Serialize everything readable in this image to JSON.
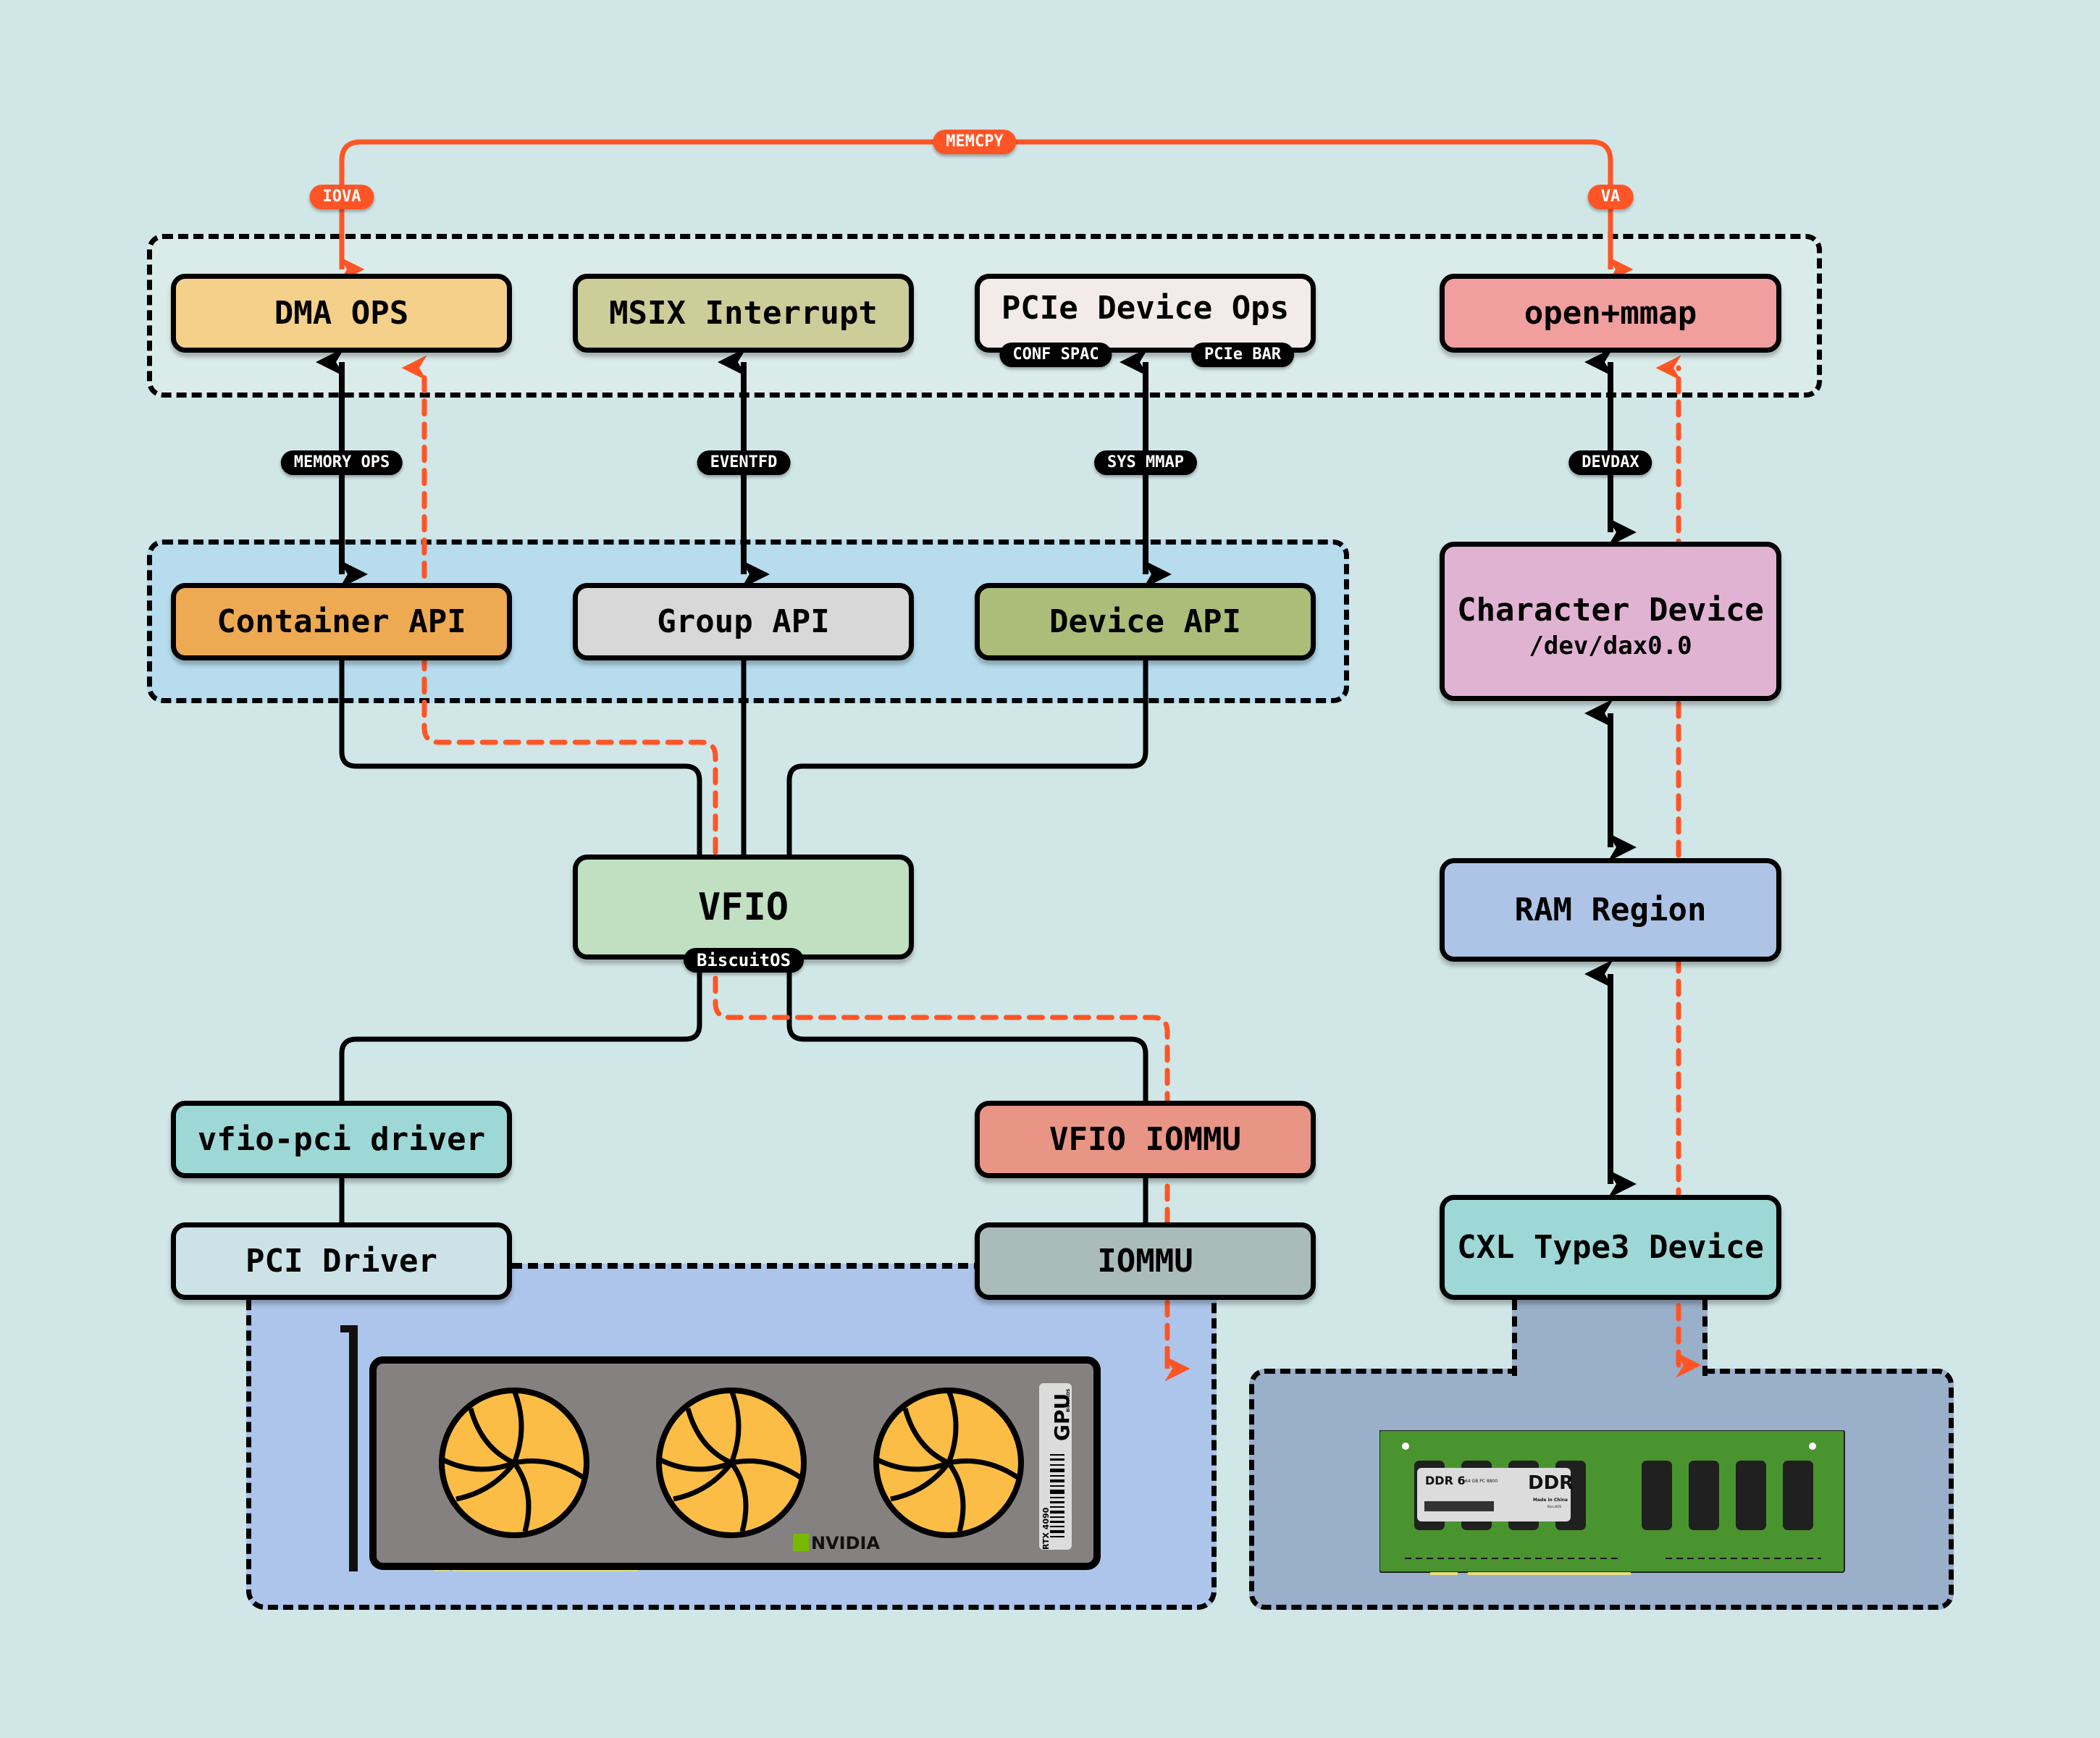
{
  "colors": {
    "background": "#d1e6e7",
    "accent_orange": "#ff5526",
    "dma_ops": "#f5d08a",
    "msix": "#cdcd9a",
    "pcie_ops": "#f2ebea",
    "open_mmap": "#f09e9e",
    "container_api": "#eeaa52",
    "group_api": "#d8d8d8",
    "device_api": "#abbd79",
    "vfio": "#c1e0c2",
    "vfio_pci": "#9ed8d6",
    "pci_driver": "#cce2e6",
    "vfio_iommu": "#e89585",
    "iommu": "#a9bcba",
    "char_device": "#e1b3d2",
    "ram_region": "#aec4e6",
    "cxl_device": "#9ed8d6",
    "gpu_region": "#adc5ea",
    "ram_area": "#9aafc9"
  },
  "top_layer": {
    "dma_ops": "DMA OPS",
    "msix": "MSIX Interrupt",
    "pcie_ops": "PCIe Device Ops",
    "pcie_tag_left": "CONF SPAC",
    "pcie_tag_right": "PCIe BAR",
    "open_mmap": "open+mmap"
  },
  "flow_labels": {
    "memcpy": "MEMCPY",
    "iova": "IOVA",
    "va": "VA",
    "memory_ops": "MEMORY OPS",
    "eventfd": "EVENTFD",
    "sys_mmap": "SYS MMAP",
    "devdax": "DEVDAX"
  },
  "api_layer": {
    "container_api": "Container API",
    "group_api": "Group API",
    "device_api": "Device API"
  },
  "core": {
    "vfio": "VFIO",
    "vfio_tag": "BiscuitOS"
  },
  "drivers": {
    "vfio_pci": "vfio-pci driver",
    "pci_driver": "PCI Driver",
    "vfio_iommu": "VFIO IOMMU",
    "iommu": "IOMMU"
  },
  "cxl_stack": {
    "char_device": "Character Device",
    "char_device_path": "/dev/dax0.0",
    "ram_region": "RAM Region",
    "cxl_device": "CXL Type3 Device"
  },
  "gpu": {
    "label_big": "GPU",
    "label_small": "BiscuitOS",
    "model": "RTX 4090",
    "brand": "NVIDIA"
  },
  "ram_stick": {
    "type": "DDR 6",
    "spec": "64 GB PC 8800",
    "brand": "DDR",
    "origin": "Made in China",
    "maker": "BiscuitOS"
  }
}
